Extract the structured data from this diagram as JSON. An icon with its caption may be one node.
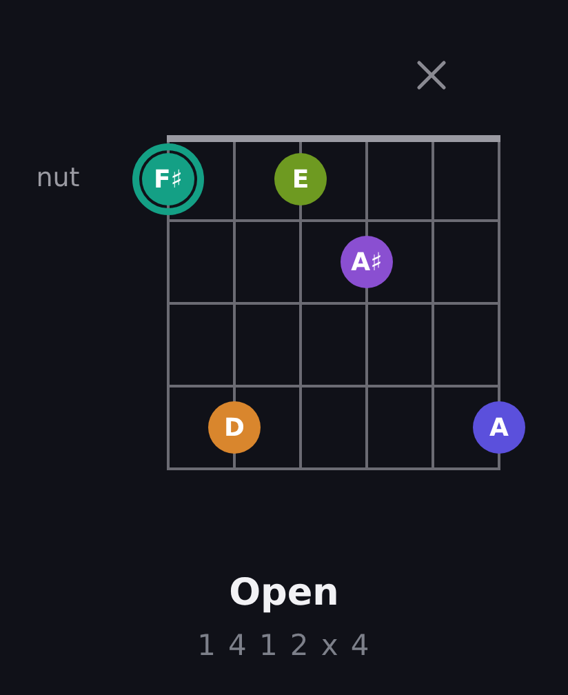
{
  "diagram": {
    "title": "Open",
    "nodes": [
      {
        "text": [
          "F♯"
        ]
      },
      {
        "text": [
          "E"
        ]
      },
      {
        "text": [
          "A♯"
        ]
      },
      {
        "text": [
          "D"
        ]
      },
      {
        "text": [
          "A"
        ]
      }
    ],
    "labels": [
      "nut",
      "1 4 1 2 x 4"
    ]
  }
}
